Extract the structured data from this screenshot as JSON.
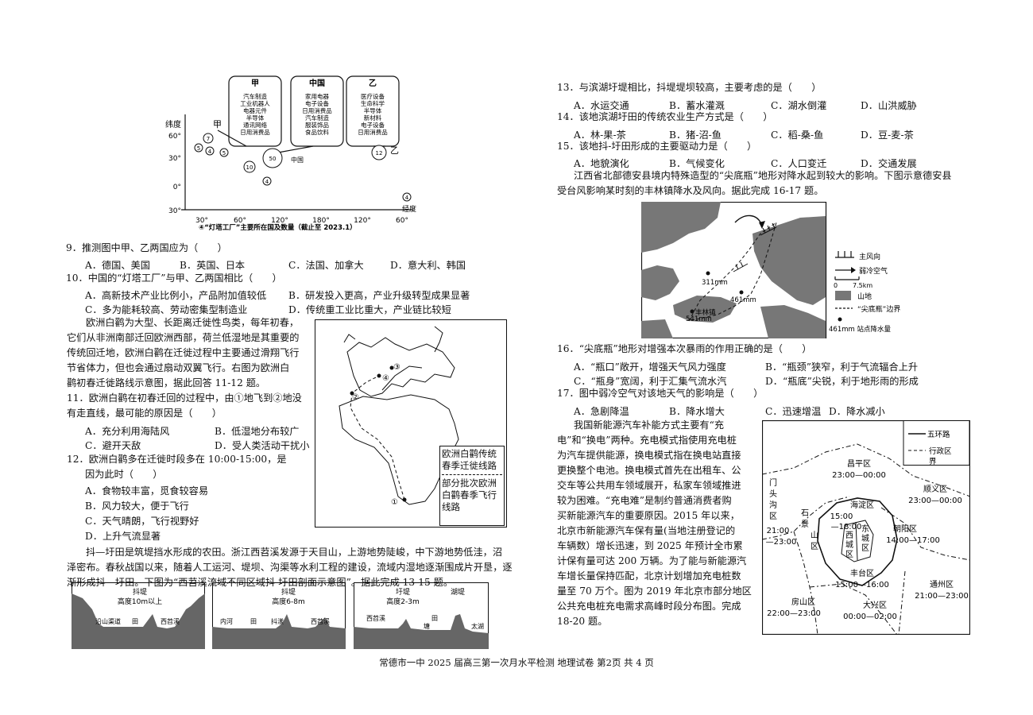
{
  "page_footer": "常德市一中 2025 届高三第一次月水平检测   地理试卷    第2页   共 4 页",
  "fig_lighthouse": {
    "box_jia": {
      "title": "甲",
      "items": [
        "汽车制造",
        "工业机器人",
        "电器元件",
        "半导体",
        "通讯网络",
        "日用消费品"
      ]
    },
    "box_china": {
      "title": "中国",
      "items": [
        "家用电器",
        "电子设备",
        "日用消费品",
        "汽车制造",
        "服装饰品",
        "食品饮料"
      ]
    },
    "box_yi": {
      "title": "乙",
      "items": [
        "医疗设备",
        "生命科学",
        "半导体",
        "新材料",
        "电子设备",
        "日用消费品"
      ]
    },
    "lat_label": "纬度",
    "lon_label": "经度",
    "lat_ticks": [
      "60°",
      "30°",
      "0°",
      "30°"
    ],
    "lon_ticks": [
      "30°",
      "60°",
      "120°",
      "180°",
      "120°",
      "60°"
    ],
    "label_jia": "甲",
    "label_yi": "乙",
    "label_china": "中国",
    "bubbles": [
      "7",
      "5",
      "4",
      "5",
      "50",
      "10",
      "4",
      "12",
      "4"
    ],
    "caption": "④“灯塔工厂”主要所在国及数量（截止至 2023.1）"
  },
  "q9": {
    "stem": "9．推测图中甲、乙两国应为（　　）",
    "A": "A．德国、美国",
    "B": "B．英国、日本",
    "C": "C．法国、加拿大",
    "D": "D．意大利、韩国"
  },
  "q10": {
    "stem": "10．中国的“灯塔工厂”与甲、乙两国相比（　　）",
    "A": "A．高新技术产业比例小，产品附加值较低",
    "B": "B．研发投入更高，产业升级转型成果显著",
    "C": "C．多为能耗较高、劳动密集型制造业",
    "D": "D．传统重工业比重大，产业链比较短"
  },
  "stork_passage": [
    "欧洲白鹳为大型、长距离迁徙性鸟类，每年初春，",
    "它们从非洲南部迁回欧洲西部，荷兰低湿地是其重要的",
    "传统回迁地，欧洲白鹳在迁徙过程中主要通过滑翔飞行",
    "节省体力，但也会通过扇动双翼飞行。右图为欧洲白",
    "鹳初春迁徙路线示意图，据此回答 11-12 题。"
  ],
  "q11": {
    "stem1": "11．欧洲白鹳在初春迁回的过程中，由①地飞到②地没",
    "stem2": "有走直线，最可能的原因是（　　）",
    "A": "A．充分利用海陆风",
    "B": "B．低湿地分布较广",
    "C": "C．避开天敌",
    "D": "D．受人类活动干扰小"
  },
  "q12": {
    "stem1": "12．欧洲白鹳多在迁徙时段多在 10:00-15:00，是",
    "stem2": "因为此时（　　）",
    "A": "A．食物较丰富，觅食较容易",
    "B": "B．风力较大，便于飞行",
    "C": "C．天气晴朗，飞行视野好",
    "D": "D．上升气流显著"
  },
  "fig_stork": {
    "legend1": "欧洲白鹳传统春季迁徙线路",
    "legend2": "部分批次欧洲白鹳春季飞行线路",
    "p1": "①",
    "p2": "②",
    "p3": "③",
    "p4": "④"
  },
  "dou_passage": [
    "抖—圩田是筑堤挡水形成的农田。浙江西苕溪发源于天目山，上游地势陡峻，中下游地势低洼，沼",
    "泽密布。春秋战国以来，随着人工运河、堤坝、沟渠等水利工程的建设，流域内湿地逐渐围成片开垦，逐",
    "渐形成抖—圩田。下图为“西苕溪流域不同区域抖-圩田剖面示意图”。据此完成 13-15 题。"
  ],
  "fig_profile": {
    "p1": {
      "dike": "抖堤",
      "height": "高度10m以上",
      "l1": "沿山渠道",
      "l2": "田",
      "l3": "西苕溪"
    },
    "p2": {
      "dike": "抖堤",
      "height": "高度6-8m",
      "l1": "内河",
      "l2": "田",
      "l3": "抖漾",
      "l4": "西苕溪"
    },
    "p3": {
      "dike": "圩堤",
      "height": "高度2-3m",
      "l0": "湖堤",
      "l1": "西苕溪",
      "l2": "田",
      "l3": "塘",
      "l4": "太湖"
    }
  },
  "q13": {
    "stem": "13．与滨湖圩堤相比，抖堤堤坝较高，主要考虑的是（　　）",
    "A": "A．水运交通",
    "B": "B．蓄水灌溉",
    "C": "C．湖水倒灌",
    "D": "D．山洪威胁"
  },
  "q14": {
    "stem": "14．该地滨湖圩田的传统农业生产方式是（　　）",
    "A": "A．林-果-茶",
    "B": "B．猪-沼-鱼",
    "C": "C．稻-桑-鱼",
    "D": "D．豆-麦-茶"
  },
  "q15": {
    "stem": "15．该地抖-圩田形成的主要驱动力是（　　）",
    "A": "A．地貌演化",
    "B": "B．气候变化",
    "C": "C．人口变迁",
    "D": "D．交通发展"
  },
  "jx_passage": [
    "江西省北部德安县境内特殊造型的“尖底瓶”地形对降水起到较大的影响。下图示意德安县",
    "受台风影响某时刻的丰林镇降水及风向。据此完成 16-17 题。"
  ],
  "fig_ping": {
    "v1": "311mm",
    "v2": "461mm",
    "v3": "541mm",
    "town": "丰林镇",
    "leg_wind": "主风向",
    "leg_cold": "弱冷空气",
    "scale0": "0",
    "scale1": "7.5km",
    "leg_mount": "山地",
    "leg_border": "“尖底瓶”边界",
    "leg_rain": "461mm 站点降水量"
  },
  "q16": {
    "stem": "16．“尖底瓶”地形对增强本次暴雨的作用正确的是（　　）",
    "A": "A．“瓶口”敞开，增强天气风力强度",
    "B": "B．“瓶颈”狭窄，利于气流辐合上升",
    "C": "C．“瓶身”宽阔，利于汇集气流水汽",
    "D": "D．“瓶底”尖锐，利于地形雨的形成"
  },
  "q17": {
    "stem": "17．图中弱冷空气对该地天气的影响是（　　）",
    "A": "A．急剧降温",
    "B": "B．降水增大",
    "C": "C．迅速增温",
    "D": "D．降水减小"
  },
  "ev_passage": [
    "我国新能源汽车补能方式主要有“充",
    "电”和“换电”两种。充电模式指使用充电桩",
    "为汽车提供能源，换电模式指在换电站直接",
    "更换整个电池。换电模式首先在出租车、公",
    "交车等公共用车领域展开，私家车领域推进",
    "较为困难。“充电难”是制约普通消费者购",
    "买新能源汽车的重要原因。2015 年以来，",
    "北京市新能源汽车保有量(当地注册登记的",
    "车辆数）增长迅速，到 2025 年预计全市累",
    "计保有量可达 200 万辆。为了能与新能源汽",
    "车增长量保持匹配，北京计划增加充电桩数",
    "量至 70 万个。图为 2019 年北京市部分地区",
    "公共充电桩充电需求高峰时段分布图。完成",
    "18-20 题。"
  ],
  "fig_beijing": {
    "leg1": "五环路",
    "leg2a": "行政区",
    "leg2b": "界",
    "changping": "昌平区",
    "changping_t": "23:00—00:00",
    "shunyi": "顺义区",
    "shunyi_t": "23:00—00:00",
    "mentougou": [
      "门",
      "头",
      "沟",
      "区"
    ],
    "mentougou_t1": "21:00",
    "mentougou_t2": "—23:00",
    "shijingshan": [
      "石",
      "景",
      "山",
      "区"
    ],
    "haidian": "海淀区",
    "haidian_t1": "15:00",
    "haidian_t2": "—18:00",
    "xicheng": [
      "西",
      "城",
      "区"
    ],
    "dongcheng": [
      "东",
      "城",
      "区"
    ],
    "chaoyang": "朝阳区",
    "chaoyang_t": "14:00—17:00",
    "fengtai": "丰台区",
    "fengtai_t": "15:00—16:00",
    "tongzhou": "通州区",
    "tongzhou_t": "21:00—23:00",
    "fangshan": "房山区",
    "fangshan_t": "22:00—23:00",
    "daxing": "大兴区",
    "daxing_t": "00:00—02:00"
  }
}
